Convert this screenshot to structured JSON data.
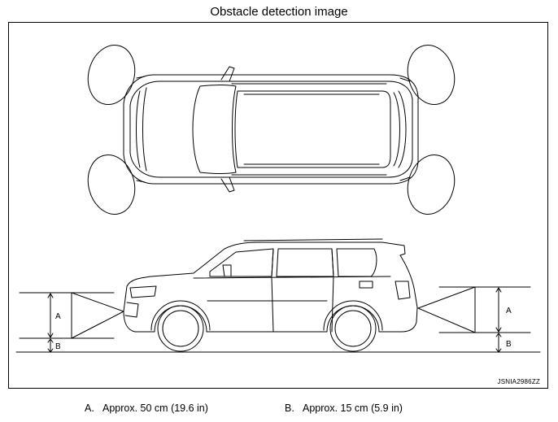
{
  "title": "Obstacle detection image",
  "figure_code": "JSNIA2986ZZ",
  "dimension_labels": {
    "a": "A",
    "b": "B"
  },
  "legend": [
    {
      "key": "A.",
      "text": "Approx. 50 cm (19.6 in)"
    },
    {
      "key": "B.",
      "text": "Approx. 15 cm (5.9 in)"
    }
  ]
}
